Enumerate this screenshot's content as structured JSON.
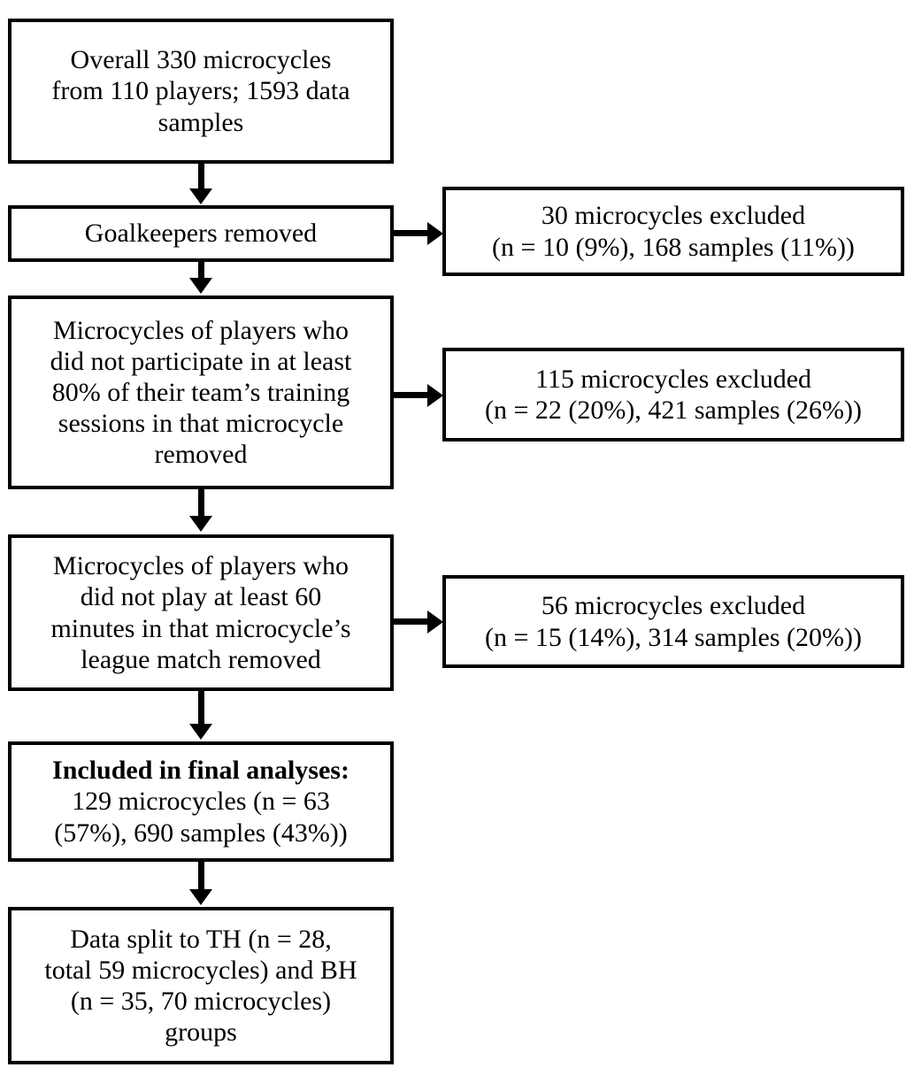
{
  "figure": {
    "type": "flowchart",
    "orientation": "top-to-bottom",
    "background_color": "#ffffff",
    "line_color": "#000000"
  },
  "nodes": {
    "source": {
      "lines": [
        "Overall 330 microcycles",
        "from 110 players; 1593 data",
        "samples"
      ]
    },
    "step1": {
      "lines": [
        "Goalkeepers removed"
      ]
    },
    "excluded1": {
      "lines": [
        "30 microcycles excluded",
        "(n = 10 (9%), 168 samples (11%))"
      ]
    },
    "step2": {
      "lines": [
        "Microcycles of players who",
        "did not participate in at least",
        "80% of their team’s training",
        "sessions in that microcycle",
        "removed"
      ]
    },
    "excluded2": {
      "lines": [
        "115 microcycles excluded",
        "(n = 22 (20%), 421 samples (26%))"
      ]
    },
    "step3": {
      "lines": [
        "Microcycles of players who",
        "did not play at least 60",
        "minutes in that microcycle’s",
        "league match removed"
      ]
    },
    "excluded3": {
      "lines": [
        "56 microcycles excluded",
        "(n = 15 (14%), 314 samples (20%))"
      ]
    },
    "included": {
      "lines": [
        "Included in final analyses:",
        "129 microcycles (n = 63",
        "(57%), 690 samples (43%))"
      ],
      "bold_lines": [
        0
      ]
    },
    "split": {
      "lines": [
        "Data split to TH (n = 28,",
        "total 59 microcycles) and BH",
        "(n = 35, 70 microcycles)",
        "groups"
      ]
    }
  }
}
